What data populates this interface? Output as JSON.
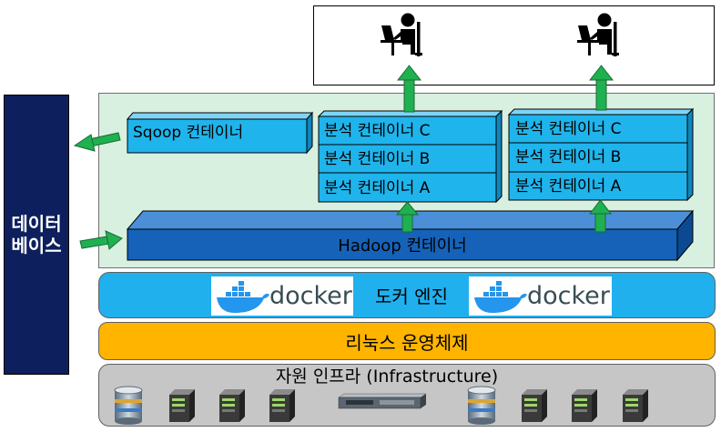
{
  "database": {
    "label_line1": "데이터",
    "label_line2": "베이스"
  },
  "sqoop": {
    "label": "Sqoop 컨테이너"
  },
  "analysis_stack_left": [
    "분석 컨테이너 C",
    "분석 컨테이너 B",
    "분석 컨테이너 A"
  ],
  "analysis_stack_right": [
    "분석 컨테이너 C",
    "분석 컨테이너 B",
    "분석 컨테이너 A"
  ],
  "hadoop": {
    "label": "Hadoop 컨테이너"
  },
  "docker_engine": {
    "label": "도커 엔진",
    "logo_text": "docker"
  },
  "linux": {
    "label": "리눅스 운영체제"
  },
  "infra": {
    "label": "자원 인프라 (Infrastructure)"
  },
  "colors": {
    "database": "#0d1f5c",
    "container_area": "#d8f0e0",
    "container_box": "#1fb4ec",
    "hadoop": "#1562b8",
    "docker_band": "#20b0ee",
    "linux_band": "#ffb400",
    "infra_band": "#c6c6c6",
    "arrow": "#1fb050",
    "docker_blue": "#2496ed"
  }
}
